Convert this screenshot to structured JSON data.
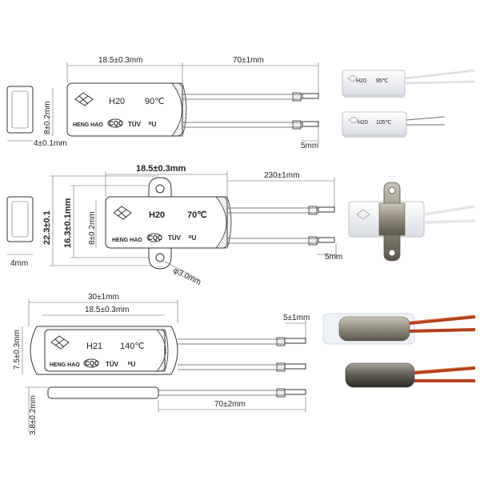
{
  "diagram1": {
    "dim_body_length": "18.5±0.3mm",
    "dim_wire_length": "70±1mm",
    "dim_height": "8±0.2mm",
    "dim_width": "4±0.1mm",
    "dim_strip": "5mm",
    "model": "H20",
    "temp": "90℃",
    "brand": "HENG HAO",
    "cert_ccc": "CQC",
    "cert_tuv": "TÜV",
    "cert_ul": "ᴿU",
    "photo_label_a_model": "H20",
    "photo_label_a_temp": "95℃",
    "photo_label_b_model": "H20",
    "photo_label_b_temp": "105℃"
  },
  "diagram2": {
    "dim_body_length": "18.5±0.3mm",
    "dim_wire_length": "230±1mm",
    "dim_outer_height": "22.3±0.1",
    "dim_hole_pitch": "16.3±0.1mm",
    "dim_height": "8±0.2mm",
    "dim_width": "4mm",
    "dim_hole": "φ3.0mm",
    "dim_strip": "5mm",
    "model": "H20",
    "temp": "70℃",
    "brand": "HENG HAO",
    "cert_ccc": "CQC",
    "cert_tuv": "TÜV",
    "cert_ul": "ᴿU"
  },
  "diagram3": {
    "dim_total_length": "30±1mm",
    "dim_body_length": "18.5±0.3mm",
    "dim_strip": "5±1mm",
    "dim_height": "7.5±0.3mm",
    "dim_wire_length": "70±2mm",
    "dim_width": "3.8±0.2mm",
    "model": "H21",
    "temp": "140℃",
    "brand": "HENG HAO",
    "cert_ccc": "CQC",
    "cert_tuv": "TÜV",
    "cert_ul": "ᴿU"
  },
  "colors": {
    "wire_red": "#b5401c",
    "metal": "#8d8a80",
    "white_body": "#f1f2f4"
  }
}
